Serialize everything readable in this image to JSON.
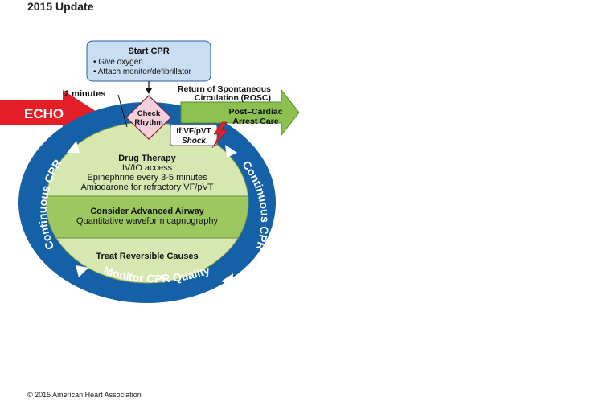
{
  "header": {
    "subtitle": "2015 Update"
  },
  "start_cpr": {
    "title": "Start CPR",
    "items": [
      "• Give oxygen",
      "• Attach monitor/defibrillator"
    ]
  },
  "two_minutes": "2 minutes",
  "echo": "ECHO",
  "check_rhythm": [
    "Check",
    "Rhythm"
  ],
  "rosc": [
    "Return of Spontaneous",
    "Circulation (ROSC)"
  ],
  "post_arrest": [
    "Post–Cardiac",
    "Arrest Care"
  ],
  "shock": {
    "line1": "If VF/pVT",
    "line2": "Shock"
  },
  "drug_therapy": {
    "title": "Drug Therapy",
    "lines": [
      "IV/IO access",
      "Epinephrine every 3-5 minutes",
      "Amiodarone for refractory VF/pVT"
    ]
  },
  "airway": {
    "title": "Consider Advanced Airway",
    "line": "Quantitative waveform capnography"
  },
  "causes": {
    "title": "Treat Reversible Causes"
  },
  "ring": {
    "left": "Continuous CPR",
    "right": "Continuous CPR",
    "bottom": "Monitor CPR Quality"
  },
  "copyright": "© 2015 American Heart Association",
  "colors": {
    "ring_blue": "#1561a8",
    "inner_green": "#d7e7b0",
    "airway_green": "#9dc860",
    "echo_red": "#e41e26",
    "arrow_green": "#8cc152",
    "box_blue": "#c9def3"
  }
}
